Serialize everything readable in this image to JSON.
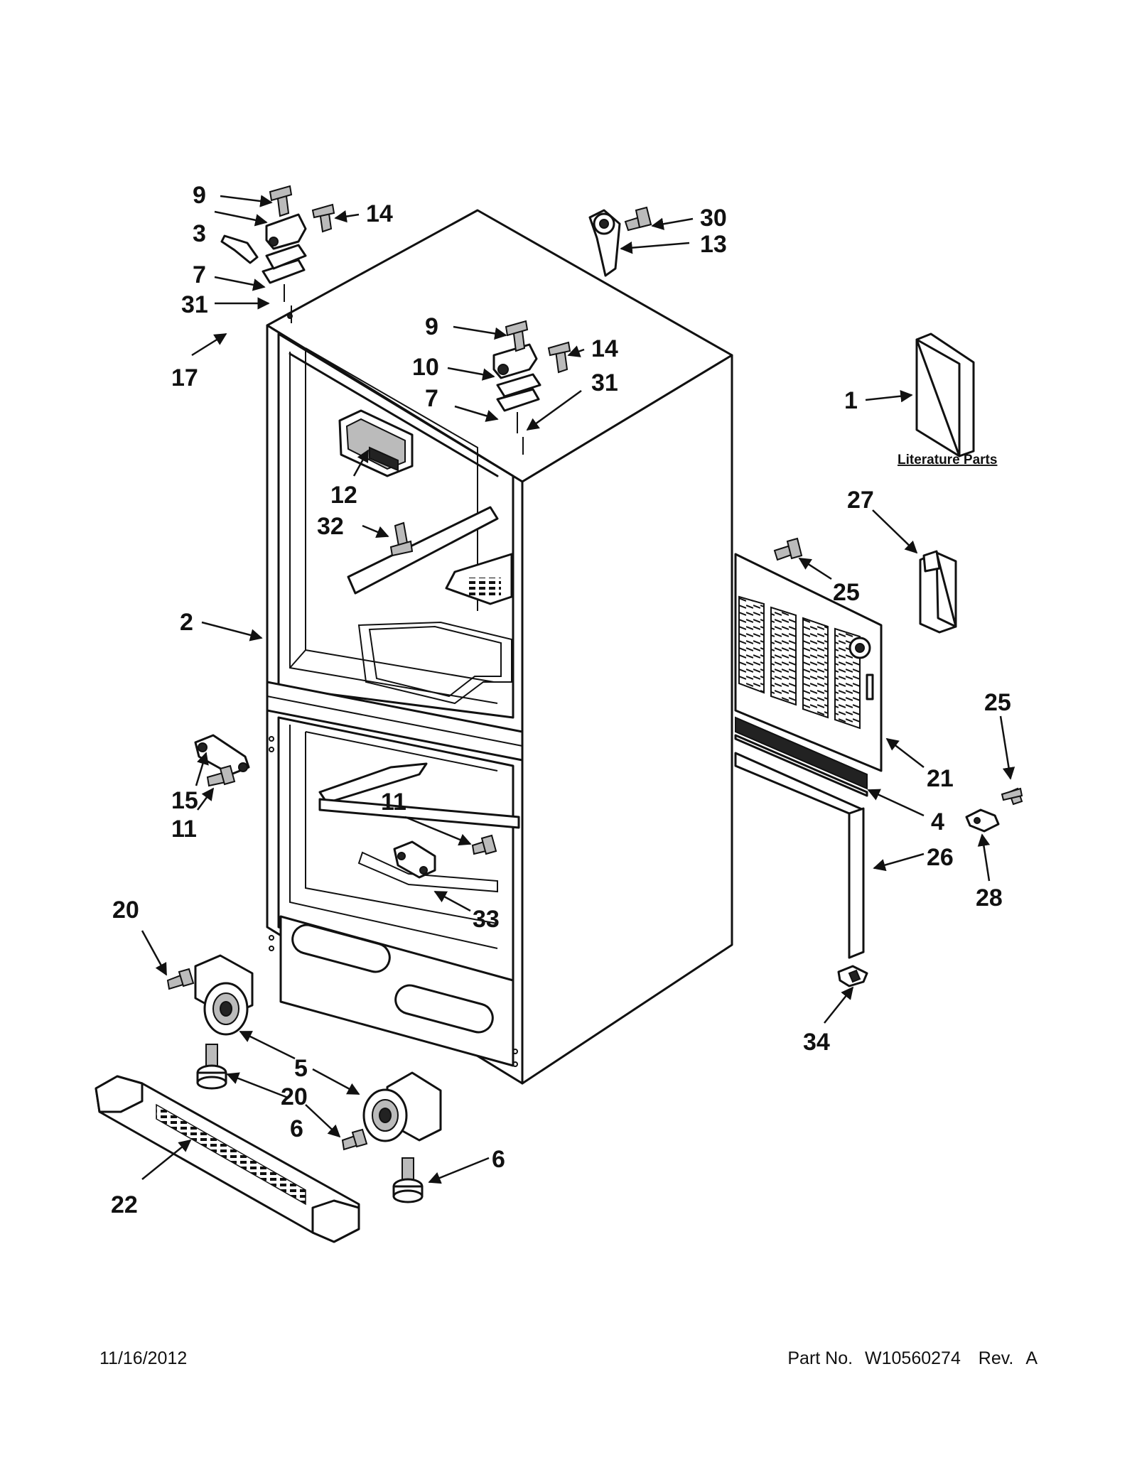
{
  "callouts": {
    "c1": "1",
    "c2": "2",
    "c3": "3",
    "c4": "4",
    "c5": "5",
    "c6a": "6",
    "c6b": "6",
    "c7a": "7",
    "c7b": "7",
    "c9a": "9",
    "c9b": "9",
    "c10": "10",
    "c11a": "11",
    "c11b": "11",
    "c12": "12",
    "c13": "13",
    "c14a": "14",
    "c14b": "14",
    "c15": "15",
    "c17": "17",
    "c20a": "20",
    "c20b": "20",
    "c21": "21",
    "c22": "22",
    "c25a": "25",
    "c25b": "25",
    "c26": "26",
    "c27": "27",
    "c28": "28",
    "c30": "30",
    "c31a": "31",
    "c31b": "31",
    "c32": "32",
    "c33": "33",
    "c34": "34"
  },
  "literature_label": "Literature Parts",
  "footer": {
    "date": "11/16/2012",
    "part_no_label": "Part No.",
    "part_no": "W10560274",
    "rev_label": "Rev.",
    "rev": "A"
  }
}
